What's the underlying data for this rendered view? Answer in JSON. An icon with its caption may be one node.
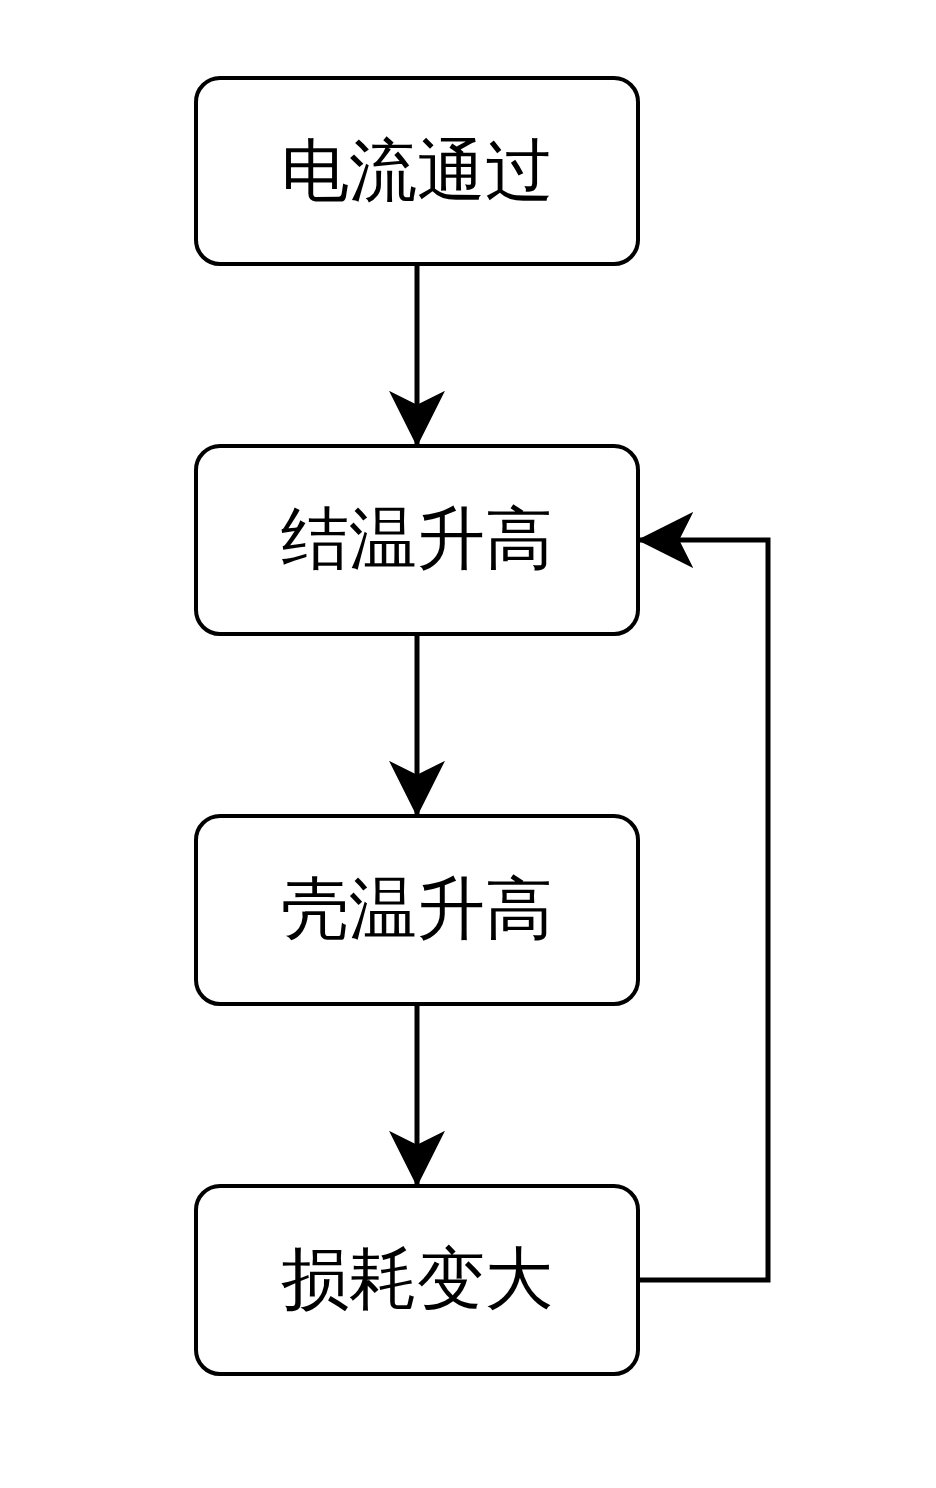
{
  "diagram": {
    "nodes": [
      {
        "text": [
          "电流通过"
        ]
      },
      {
        "text": [
          "结温升高"
        ]
      },
      {
        "text": [
          "壳温升高"
        ]
      },
      {
        "text": [
          "损耗变大"
        ]
      }
    ],
    "edges": [
      {
        "from": 0,
        "to": 1,
        "arrow": "to"
      },
      {
        "from": 1,
        "to": 2,
        "arrow": "to"
      },
      {
        "from": 2,
        "to": 3,
        "arrow": "to"
      },
      {
        "from": 3,
        "to": 1,
        "arrow": "to"
      }
    ]
  }
}
